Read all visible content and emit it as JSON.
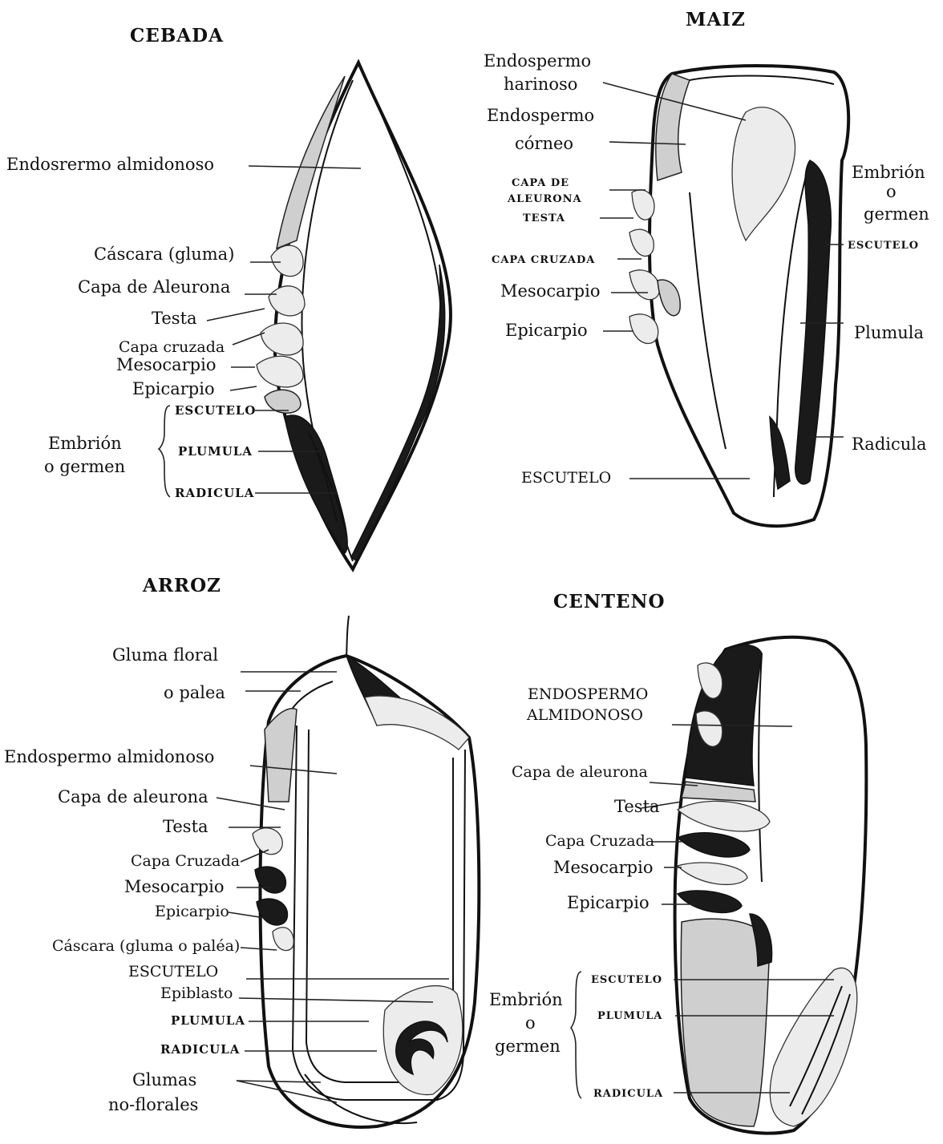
{
  "cebada": {
    "title": "CEBADA",
    "labels": {
      "endospermo": "Endosrermo almidonoso",
      "cascara": "Cáscara (gluma)",
      "aleurona": "Capa de Aleurona",
      "testa": "Testa",
      "cruzada": "Capa cruzada",
      "mesocarpio": "Mesocarpio",
      "epicarpio": "Epicarpio",
      "escutelo": "ESCUTELO",
      "embrion": "Embrión",
      "germen": "o germen",
      "plumula": "PLUMULA",
      "radicula": "RADICULA"
    }
  },
  "maiz": {
    "title": "MAIZ",
    "labels": {
      "endo_harinoso_1": "Endospermo",
      "endo_harinoso_2": "harinoso",
      "endo_corneo_1": "Endospermo",
      "endo_corneo_2": "córneo",
      "aleurona_1": "CAPA DE",
      "aleurona_2": "ALEURONA",
      "testa": "TESTA",
      "cruzada": "CAPA CRUZADA",
      "mesocarpio": "Mesocarpio",
      "epicarpio": "Epicarpio",
      "escutelo_bottom": "ESCUTELO",
      "embrion": "Embrión",
      "o": "o",
      "germen": "germen",
      "escutelo_right": "ESCUTELO",
      "plumula": "Plumula",
      "radicula": "Radicula"
    }
  },
  "arroz": {
    "title": "ARROZ",
    "labels": {
      "gluma_floral": "Gluma floral",
      "o_palea": "o palea",
      "endospermo": "Endospermo almidonoso",
      "aleurona": "Capa de aleurona",
      "testa": "Testa",
      "cruzada": "Capa Cruzada",
      "mesocarpio": "Mesocarpio",
      "epicarpio": "Epicarpio",
      "cascara": "Cáscara (gluma o paléa)",
      "escutelo": "ESCUTELO",
      "epiblasto": "Epiblasto",
      "plumula": "PLUMULA",
      "radicula": "RADICULA",
      "glumas_1": "Glumas",
      "glumas_2": "no-florales"
    }
  },
  "centeno": {
    "title": "CENTENO",
    "labels": {
      "endospermo_1": "ENDOSPERMO",
      "endospermo_2": "ALMIDONOSO",
      "aleurona": "Capa de aleurona",
      "testa": "Testa",
      "cruzada": "Capa Cruzada",
      "mesocarpio": "Mesocarpio",
      "epicarpio": "Epicarpio",
      "embrion": "Embrión",
      "o": "o",
      "germen": "germen",
      "escutelo": "ESCUTELO",
      "plumula": "PLUMULA",
      "radicula": "RADICULA"
    }
  }
}
